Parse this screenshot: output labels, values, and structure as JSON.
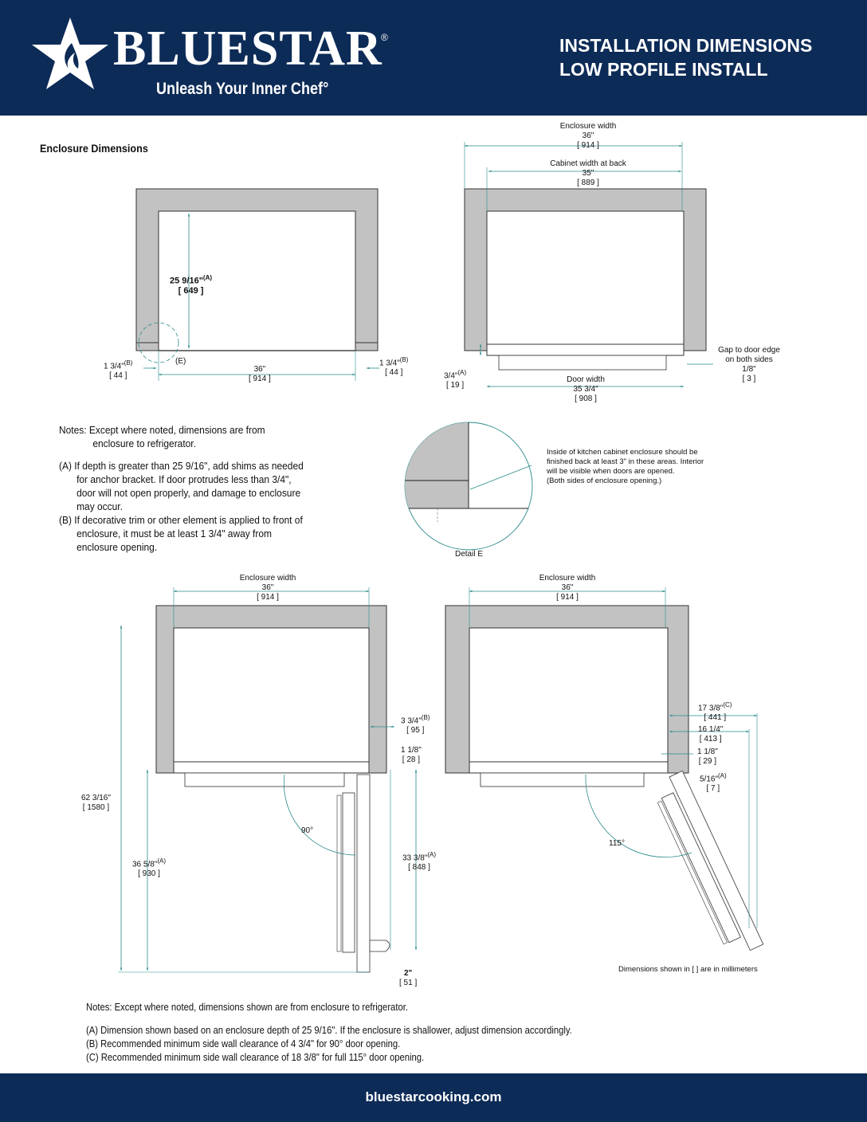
{
  "header": {
    "brand": "BLUESTAR",
    "registered_mark": "®",
    "tagline": "Unleash Your Inner Chef°",
    "title_line1": "INSTALLATION DIMENSIONS",
    "title_line2": "LOW PROFILE INSTALL",
    "colors": {
      "header_bg": "#0d2b57",
      "text": "#ffffff"
    }
  },
  "section_title": "Enclosure Dimensions",
  "diagram_top_left": {
    "depth": "25 9/16\"",
    "depth_note": "(A)",
    "depth_mm": "[ 649 ]",
    "left_trim": "1 3/4\"",
    "left_trim_note": "(B)",
    "left_trim_mm": "[ 44 ]",
    "detail_marker": "(E)",
    "width": "36\"",
    "width_mm": "[ 914 ]",
    "right_trim": "1 3/4\"",
    "right_trim_note": "(B)",
    "right_trim_mm": "[ 44 ]"
  },
  "diagram_top_right": {
    "enclosure_width_label": "Enclosure width",
    "enclosure_width": "36\"",
    "enclosure_width_mm": "[ 914 ]",
    "cabinet_width_label": "Cabinet width at back",
    "cabinet_width": "35\"",
    "cabinet_width_mm": "[ 889 ]",
    "protrude": "3/4\"",
    "protrude_note": "(A)",
    "protrude_mm": "[ 19 ]",
    "door_width_label": "Door width",
    "door_width": "35 3/4\"",
    "door_width_mm": "[ 908 ]",
    "gap_label_1": "Gap to door edge",
    "gap_label_2": "on both sides",
    "gap": "1/8\"",
    "gap_mm": "[ 3 ]"
  },
  "notes_top": {
    "intro_1": "Notes: Except where noted, dimensions are from",
    "intro_2": "enclosure to refrigerator.",
    "a_1": "(A) If depth is greater than 25 9/16\", add shims as needed",
    "a_2": "for anchor bracket.  If door protrudes less than 3/4\",",
    "a_3": "door will not open properly, and damage to enclosure",
    "a_4": "may occur.",
    "b_1": "(B) If decorative trim or other element is applied to front of",
    "b_2": "enclosure, it must be at least 1 3/4\" away from",
    "b_3": "enclosure opening."
  },
  "detail_e": {
    "callout_1": "Inside of kitchen cabinet enclosure should be",
    "callout_2": "finished back at least 3\" in these areas.  Interior",
    "callout_3": "will be visible when doors are opened.",
    "callout_4": "(Both sides of enclosure opening.)",
    "label": "Detail E"
  },
  "diagram_bottom_left": {
    "enclosure_width_label": "Enclosure width",
    "enclosure_width": "36\"",
    "enclosure_width_mm": "[ 914 ]",
    "side_clearance": "3 3/4\"",
    "side_clearance_note": "(B)",
    "side_clearance_mm": "[ 95 ]",
    "hinge_offset": "1 1/8\"",
    "hinge_offset_mm": "[ 28 ]",
    "total_depth": "62 3/16\"",
    "total_depth_mm": "[ 1580 ]",
    "angle": "90°",
    "front_depth": "36 5/8\"",
    "front_depth_note": "(A)",
    "front_depth_mm": "[ 930 ]",
    "door_depth": "33 3/8\"",
    "door_depth_note": "(A)",
    "door_depth_mm": "[ 848 ]",
    "handle": "2\"",
    "handle_mm": "[ 51 ]"
  },
  "diagram_bottom_right": {
    "enclosure_width_label": "Enclosure width",
    "enclosure_width": "36\"",
    "enclosure_width_mm": "[ 914 ]",
    "clearance_c": "17 3/8\"",
    "clearance_c_note": "(C)",
    "clearance_c_mm": "[ 441 ]",
    "clearance_2": "16 1/4\"",
    "clearance_2_mm": "[ 413 ]",
    "hinge_offset": "1 1/8\"",
    "hinge_offset_mm": "[ 29 ]",
    "protrude": "5/16\"",
    "protrude_note": "(A)",
    "protrude_mm": "[ 7 ]",
    "angle": "115°",
    "units_note": "Dimensions shown in [ ] are in millimeters"
  },
  "notes_bottom": {
    "intro": "Notes: Except where noted, dimensions shown are from enclosure to refrigerator.",
    "a": "(A) Dimension shown based on an enclosure depth of 25 9/16\".  If the enclosure is shallower, adjust dimension accordingly.",
    "b": "(B) Recommended minimum side wall clearance of 4 3/4\" for 90° door opening.",
    "c": "(C) Recommended minimum side wall clearance of 18 3/8\" for full 115° door opening."
  },
  "footer": {
    "website": "bluestarcooking.com"
  }
}
